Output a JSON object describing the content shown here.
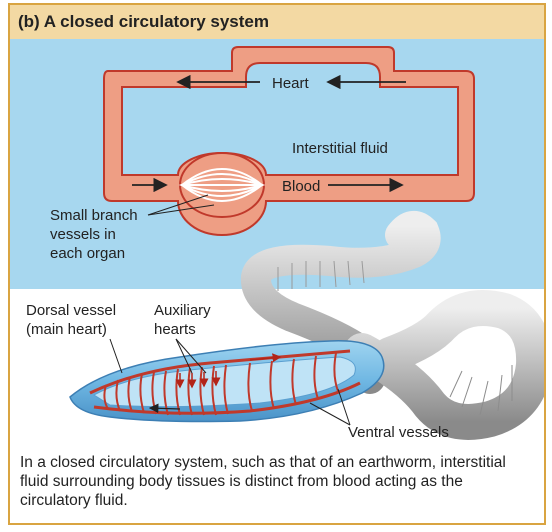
{
  "figure": {
    "title": "(b) A closed circulatory system",
    "labels": {
      "heart": "Heart",
      "interstitial_fluid": "Interstitial fluid",
      "blood": "Blood",
      "small_branch_vessels": [
        "Small branch",
        "vessels in",
        "each organ"
      ],
      "dorsal_vessel": [
        "Dorsal vessel",
        "(main heart)"
      ],
      "auxiliary_hearts": [
        "Auxiliary",
        "hearts"
      ],
      "ventral_vessels": "Ventral vessels"
    },
    "caption": "In a closed circulatory system, such as that of an earthworm, interstitial fluid surrounding body tissues is distinct from blood acting as the circulatory fluid."
  },
  "colors": {
    "title_bar": "#f3d9a3",
    "frame_border": "#d9a441",
    "panel_blue": "#a7d7ef",
    "vessel_fill": "#ee9e84",
    "vessel_stroke": "#c0392b",
    "worm_grey": "#c8c8c8"
  }
}
